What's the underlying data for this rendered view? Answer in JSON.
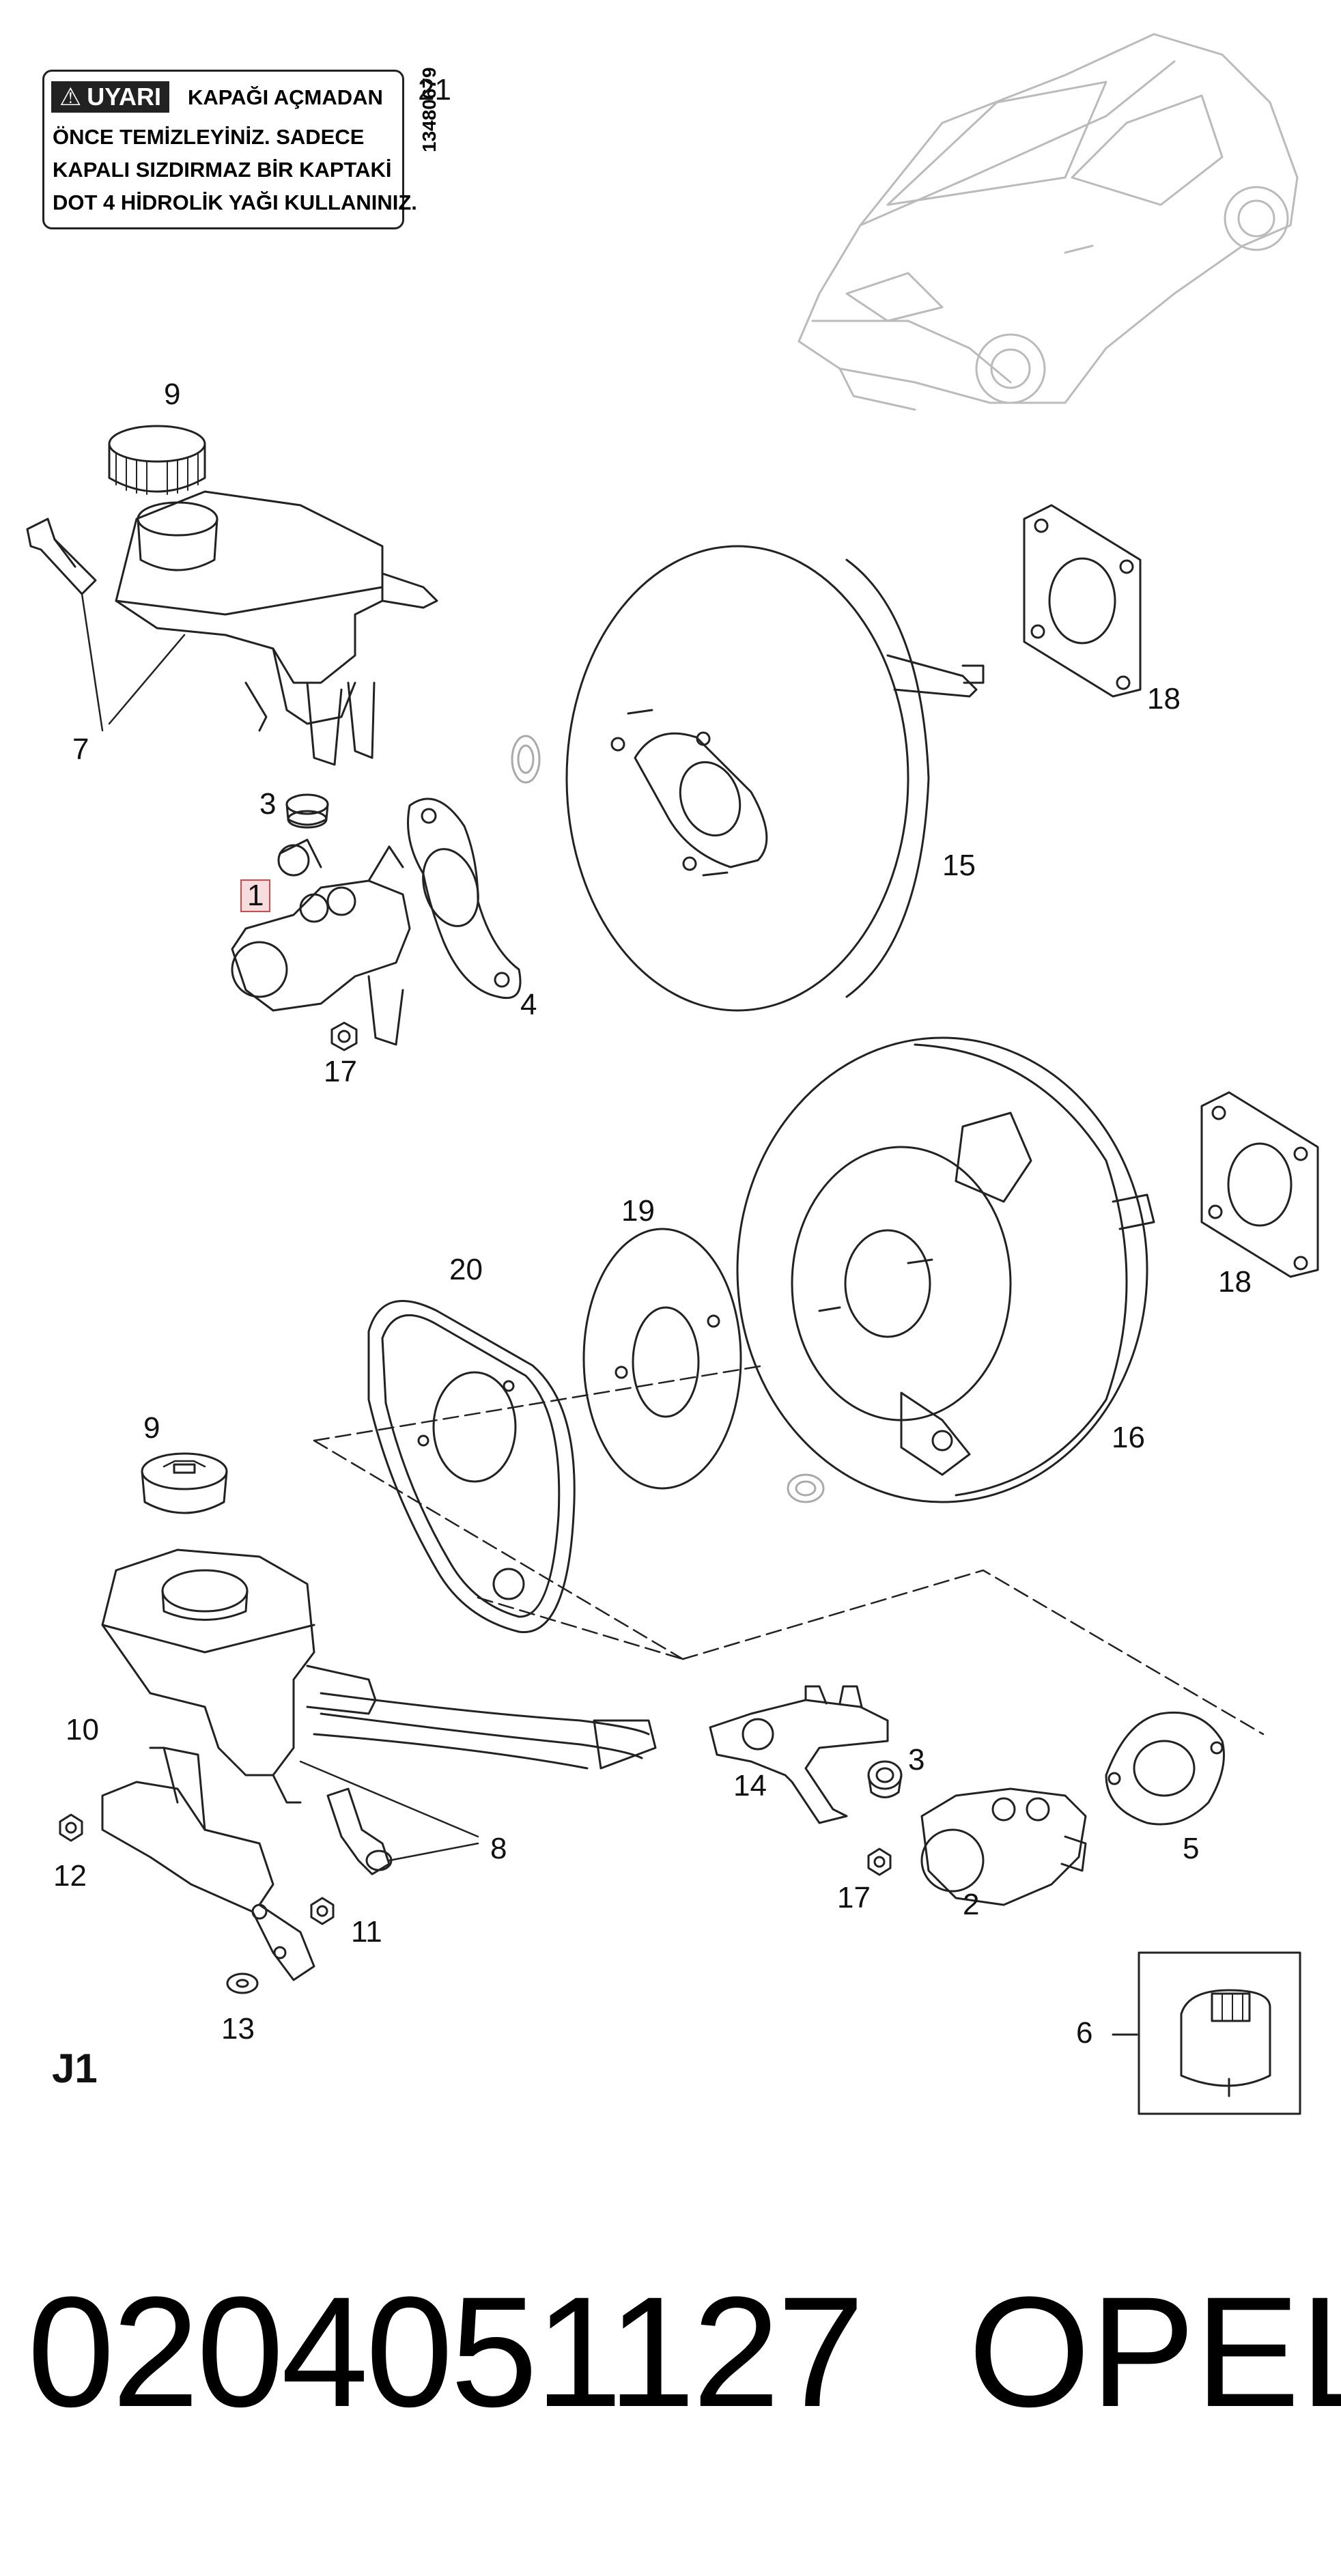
{
  "warning_label": {
    "head": "UYARI",
    "title_right": "KAPAĞI AÇMADAN",
    "lines": [
      "ÖNCE TEMİZLEYİNİZ. SADECE",
      "KAPALI SIZDIRMAZ BİR KAPTAKİ",
      "DOT 4 HİDROLİK YAĞI KULLANINIZ."
    ],
    "code": "13480679",
    "icon": "warning-triangle-icon"
  },
  "callouts": {
    "c21": "21",
    "c9a": "9",
    "c7": "7",
    "c3a": "3",
    "c1": "1",
    "c4": "4",
    "c17a": "17",
    "c15": "15",
    "c18a": "18",
    "c19": "19",
    "c20": "20",
    "c18b": "18",
    "c16": "16",
    "c9b": "9",
    "c10": "10",
    "c12": "12",
    "c8": "8",
    "c11": "11",
    "c13": "13",
    "c14": "14",
    "c3b": "3",
    "c5": "5",
    "c17b": "17",
    "c2": "2",
    "c6": "6"
  },
  "diagram_code": "J1",
  "footer": {
    "part_number": "0204051127",
    "brand": "OPEL"
  }
}
